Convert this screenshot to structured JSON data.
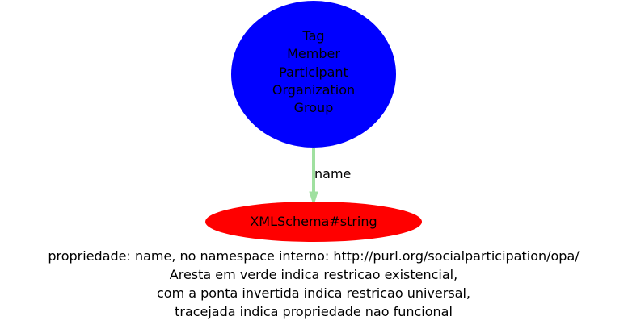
{
  "graph": {
    "source_node": {
      "lines": [
        "Tag",
        "Member",
        "Participant",
        "Organization",
        "Group"
      ],
      "color": "#0000ff"
    },
    "target_node": {
      "label": "XMLSchema#string",
      "color": "#ff0000"
    },
    "edge": {
      "label": "name",
      "color": "#a0e0a0"
    }
  },
  "caption": {
    "lines": [
      "propriedade: name, no namespace interno: http://purl.org/socialparticipation/opa/",
      "Aresta em verde indica restricao existencial,",
      "com a ponta invertida indica restricao universal,",
      "tracejada indica propriedade nao funcional"
    ]
  }
}
